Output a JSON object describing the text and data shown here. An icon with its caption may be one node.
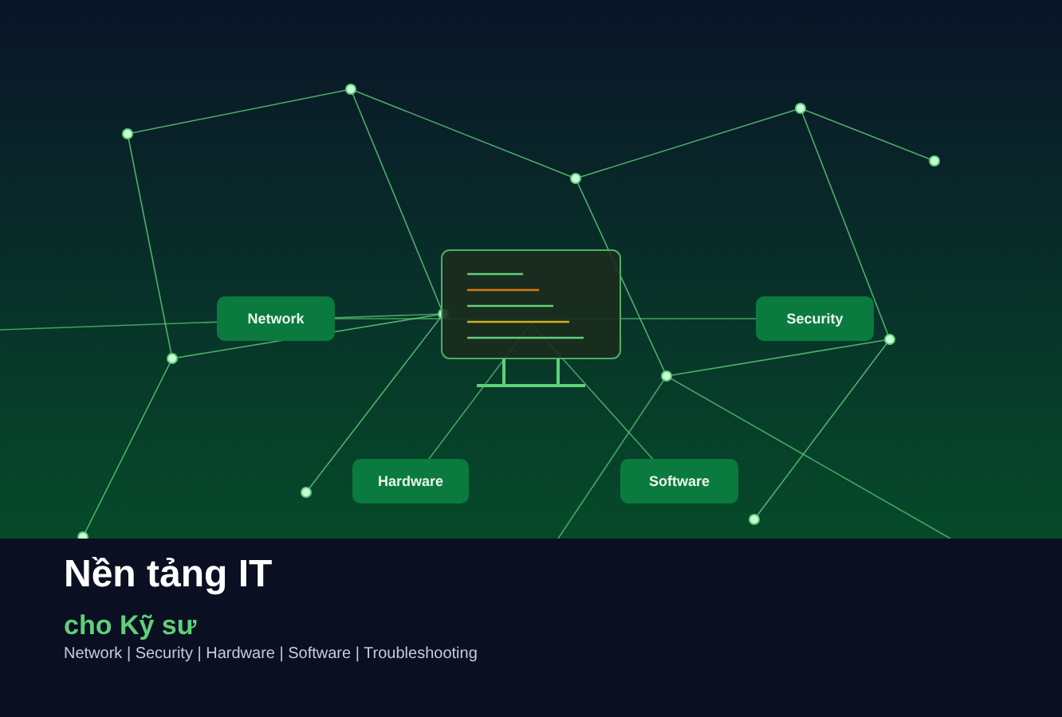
{
  "diagram": {
    "title": "Nền tảng IT",
    "nodes": [
      {
        "text": [
          "Network"
        ]
      },
      {
        "text": [
          "Security"
        ]
      },
      {
        "text": [
          "Hardware"
        ]
      },
      {
        "text": [
          "Software"
        ]
      }
    ],
    "labels": [
      "cho Kỹ sư",
      "Network | Security | Hardware | Software | Troubleshooting"
    ]
  }
}
